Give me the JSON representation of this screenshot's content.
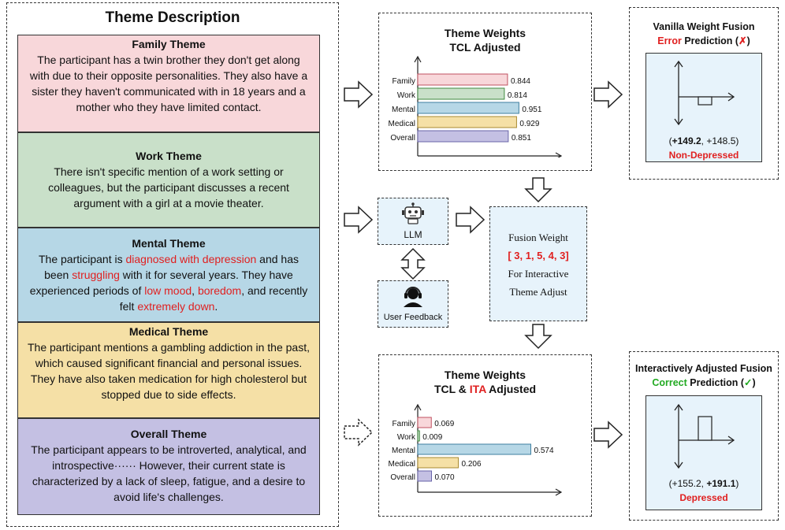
{
  "theme_description": {
    "title": "Theme Description",
    "family": {
      "title": "Family Theme",
      "text": "The participant has a twin brother they don't get along with due to their opposite personalities. They also have a sister they haven't communicated with in 18 years and a mother who they have limited contact."
    },
    "work": {
      "title": "Work Theme",
      "text": "There isn't specific mention of a work setting or colleagues, but the participant discusses a recent argument with a girl at a movie theater."
    },
    "mental": {
      "title": "Mental Theme",
      "t1": "The participant is ",
      "h1": "diagnosed with depression",
      "t2": " and has been ",
      "h2": "struggling",
      "t3": " with it for several years. They have experienced periods of ",
      "h3": "low mood",
      "t4": ", ",
      "h4": "boredom",
      "t5": ", and recently felt ",
      "h5": "extremely down",
      "t6": "."
    },
    "medical": {
      "title": "Medical Theme",
      "text": "The participant mentions a gambling addiction in the past, which caused significant financial and personal issues. They have also taken medication for high cholesterol but stopped due to side effects."
    },
    "overall": {
      "title": "Overall Theme",
      "text": "The participant appears to be introverted, analytical, and introspective······ However, their current state is characterized by a lack of sleep, fatigue, and a desire to avoid life's challenges."
    }
  },
  "weights_top": {
    "title1": "Theme Weights",
    "title2": "TCL Adjusted"
  },
  "weights_bottom": {
    "title1": "Theme Weights",
    "title2a": "TCL & ",
    "title2b": "ITA",
    "title2c": " Adjusted"
  },
  "llm": {
    "label": "LLM"
  },
  "user_feedback": {
    "label": "User Feedback"
  },
  "fusion": {
    "line1": "Fusion Weight",
    "weights": "[ 3, 1, 5, 4, 3]",
    "line3": "For Interactive",
    "line4": "Theme Adjust"
  },
  "vanilla": {
    "title": "Vanilla Weight Fusion",
    "err": "Error",
    "pred": " Prediction (",
    "mark": "✗",
    "close": ")",
    "coord_open": "(",
    "coord_x": "+149.2",
    "coord_sep": ", ",
    "coord_y": "+148.5",
    "coord_close": ")",
    "result": "Non-Depressed"
  },
  "interactive": {
    "title": "Interactively Adjusted Fusion",
    "ok": "Correct",
    "pred": " Prediction (",
    "mark": "✓",
    "close": ")",
    "coord_open": "(",
    "coord_x": "+155.2",
    "coord_sep": ", ",
    "coord_y": "+191.1",
    "coord_close": ")",
    "result": "Depressed"
  },
  "colors": {
    "family": "#f8d7da",
    "work": "#c9e0c9",
    "mental": "#b6d7e6",
    "medical": "#f5e0a6",
    "overall": "#c4c0e3",
    "panel": "#e7f3fb",
    "red": "#e02020",
    "green": "#22aa22"
  },
  "chart_data": [
    {
      "type": "bar",
      "orientation": "horizontal",
      "categories": [
        "Family",
        "Work",
        "Mental",
        "Medical",
        "Overall"
      ],
      "values": [
        0.844,
        0.814,
        0.951,
        0.929,
        0.851
      ],
      "labels": [
        "0.844",
        "0.814",
        "0.951",
        "0.929",
        "0.851"
      ]
    },
    {
      "type": "bar",
      "orientation": "horizontal",
      "categories": [
        "Family",
        "Work",
        "Mental",
        "Medical",
        "Overall"
      ],
      "values": [
        0.069,
        0.009,
        0.574,
        0.206,
        0.07
      ],
      "labels": [
        "0.069",
        "0.009",
        "0.574",
        "0.206",
        "0.070"
      ]
    }
  ]
}
